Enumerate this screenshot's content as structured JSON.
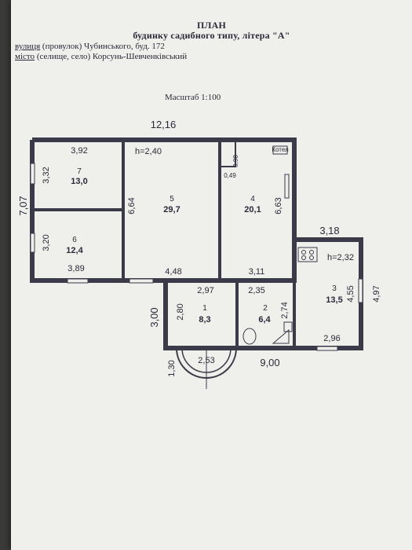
{
  "header": {
    "title": "ПЛАН",
    "subtitle": "будинку садибного типу, літера \"А\""
  },
  "address": {
    "street_label": "вулиця",
    "street_rest": " (провулок) Чубинського, буд. 172",
    "city_label": "місто",
    "city_rest": " (селище, село) Корсунь-Шевченківський"
  },
  "scale_label": "Масштаб 1:100",
  "plan": {
    "overall_width": "12,16",
    "overall_height": "7,07",
    "ceiling_height_main": "h=2,40",
    "ceiling_height_annex": "h=2,32",
    "annex_width": "3,18",
    "annex_height": "4,97",
    "rear_width": "9,00",
    "rear_height": "3,00",
    "porch_depth": "1,30",
    "porch_width": "2,53",
    "stove_label": "Котел",
    "rooms": [
      {
        "num": "1",
        "area": "8,3",
        "w": "2,97",
        "h": "2,80"
      },
      {
        "num": "2",
        "area": "6,4",
        "w": "2,35",
        "h": "2,74"
      },
      {
        "num": "3",
        "area": "13,5",
        "w": "2,96",
        "h": "4,55",
        "top": "3,11"
      },
      {
        "num": "4",
        "area": "20,1",
        "h": "6,63",
        "niche_h": "0,98",
        "niche_w": "0,49"
      },
      {
        "num": "5",
        "area": "29,7",
        "w": "4,48",
        "h": "6,64"
      },
      {
        "num": "6",
        "area": "12,4",
        "w": "3,89",
        "h": "3,20"
      },
      {
        "num": "7",
        "area": "13,0",
        "w": "3,92",
        "h": "3,32"
      }
    ]
  }
}
